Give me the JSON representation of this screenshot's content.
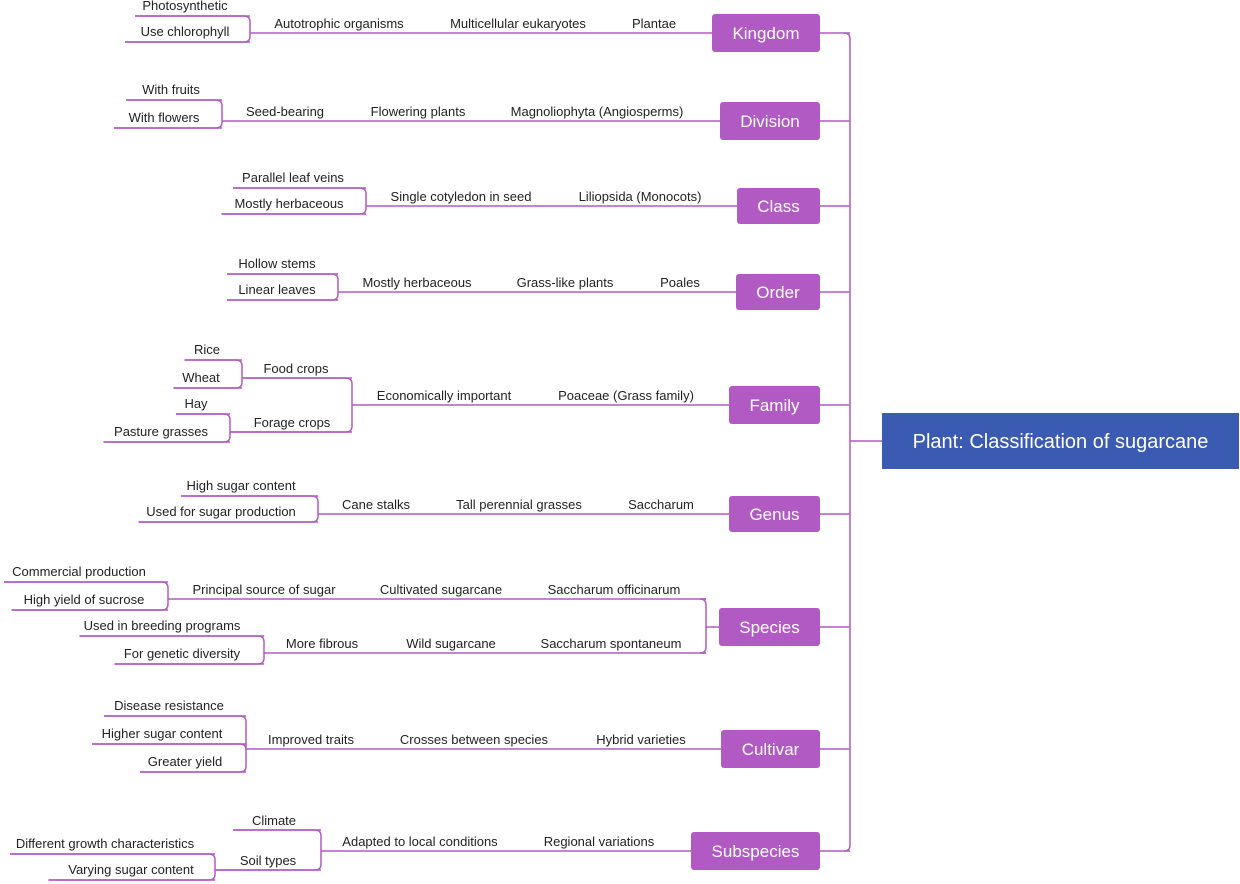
{
  "colors": {
    "root": "#3b5bb3",
    "category": "#b25ac4",
    "line": "#b25ac4",
    "text": "#222222"
  },
  "root": {
    "label": "Plant: Classification of sugarcane"
  },
  "categories": [
    {
      "label": "Kingdom",
      "chain": [
        "Plantae",
        "Multicellular eukaryotes",
        "Autotrophic organisms"
      ],
      "leaves": [
        "Photosynthetic",
        "Use chlorophyll"
      ]
    },
    {
      "label": "Division",
      "chain": [
        "Magnoliophyta (Angiosperms)",
        "Flowering plants",
        "Seed-bearing"
      ],
      "leaves": [
        "With fruits",
        "With flowers"
      ]
    },
    {
      "label": "Class",
      "chain": [
        "Liliopsida (Monocots)",
        "Single cotyledon in seed"
      ],
      "leaves": [
        "Parallel leaf veins",
        "Mostly herbaceous"
      ]
    },
    {
      "label": "Order",
      "chain": [
        "Poales",
        "Grass-like plants",
        "Mostly herbaceous"
      ],
      "leaves": [
        "Hollow stems",
        "Linear leaves"
      ]
    },
    {
      "label": "Family",
      "chain": [
        "Poaceae (Grass family)",
        "Economically important"
      ],
      "groups": [
        {
          "label": "Food crops",
          "leaves": [
            "Rice",
            "Wheat"
          ]
        },
        {
          "label": "Forage crops",
          "leaves": [
            "Hay",
            "Pasture grasses"
          ]
        }
      ]
    },
    {
      "label": "Genus",
      "chain": [
        "Saccharum",
        "Tall perennial grasses",
        "Cane stalks"
      ],
      "leaves": [
        "High sugar content",
        "Used for sugar production"
      ]
    },
    {
      "label": "Species",
      "branches": [
        {
          "chain": [
            "Saccharum officinarum",
            "Cultivated sugarcane",
            "Principal source of sugar"
          ],
          "leaves": [
            "Commercial production",
            "High yield of sucrose"
          ]
        },
        {
          "chain": [
            "Saccharum spontaneum",
            "Wild sugarcane",
            "More fibrous"
          ],
          "leaves": [
            "Used in breeding programs",
            "For genetic diversity"
          ]
        }
      ]
    },
    {
      "label": "Cultivar",
      "chain": [
        "Hybrid varieties",
        "Crosses between species",
        "Improved traits"
      ],
      "leaves": [
        "Disease resistance",
        "Higher sugar content",
        "Greater yield"
      ]
    },
    {
      "label": "Subspecies",
      "chain": [
        "Regional variations",
        "Adapted to local conditions"
      ],
      "groups": [
        {
          "label": "Climate",
          "leaves": []
        },
        {
          "label": "Soil types",
          "leaves": [
            "Different growth characteristics",
            "Varying sugar content"
          ]
        }
      ]
    }
  ]
}
